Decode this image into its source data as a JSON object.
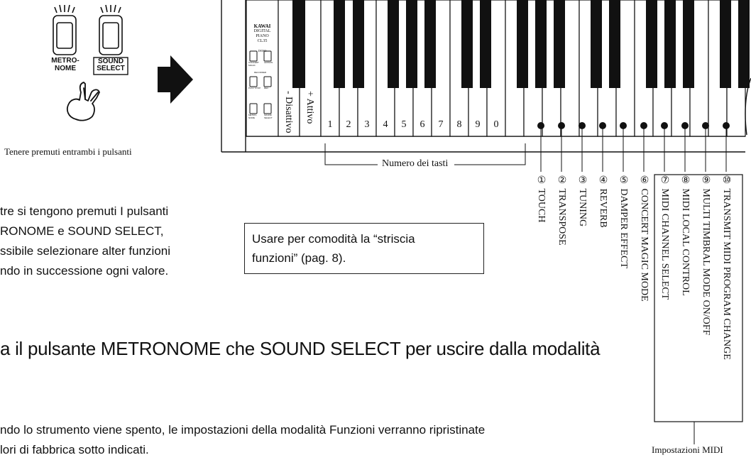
{
  "illustration": {
    "button_left_label_line1": "METRO-",
    "button_left_label_line2": "NOME",
    "button_right_label_line1": "SOUND",
    "button_right_label_line2": "SELECT",
    "hold_caption": "Tenere premuti entrambi i pulsanti"
  },
  "panel": {
    "brand": "KAWAI",
    "model_line1": "DIGITAL PIANO",
    "model_line2": "CL35",
    "demo": "DEMO",
    "recorder": "RECORDER",
    "btn_concert": "CONCERT MAGIC",
    "btn_lesson": "LESSON",
    "btn_play": "PLAY/ STOP",
    "btn_rec": "REC",
    "btn_metronome": "METRO- NOME",
    "btn_sound": "SOUND SELECT"
  },
  "keyboard": {
    "off_label": "- Disattivo",
    "on_label": "+ Attivo",
    "digits": [
      "1",
      "2",
      "3",
      "4",
      "5",
      "6",
      "7",
      "8",
      "9",
      "0"
    ],
    "range_label": "Numero dei tasti",
    "functions": [
      {
        "num": "①",
        "label": "TOUCH"
      },
      {
        "num": "②",
        "label": "TRANSPOSE"
      },
      {
        "num": "③",
        "label": "TUNING"
      },
      {
        "num": "④",
        "label": "REVERB"
      },
      {
        "num": "⑤",
        "label": "DAMPER EFFECT"
      },
      {
        "num": "⑥",
        "label": "CONCERT MAGIC MODE"
      },
      {
        "num": "⑦",
        "label": "MIDI CHANNEL SELECT"
      },
      {
        "num": "⑧",
        "label": "MIDI LOCAL CONTROL"
      },
      {
        "num": "⑨",
        "label": "MULTI TIMBRAL MODE ON/OFF"
      },
      {
        "num": "⑩",
        "label": "TRANSMIT MIDI PROGRAM CHANGE"
      }
    ],
    "midi_group_label": "Impostazioni MIDI"
  },
  "text": {
    "para_line1": "tre si tengono premuti I pulsanti",
    "para_line2": "RONOME e SOUND SELECT,",
    "para_line3": "ssibile selezionare alter funzioni",
    "para_line4": "ndo in successione ogni valore.",
    "callout_line1": "Usare per comodità la “striscia",
    "callout_line2": "funzioni” (pag. 8).",
    "heading": "a il pulsante METRONOME che SOUND SELECT per uscire dalla modalità",
    "note_line1": "ndo lo strumento viene spento, le impostazioni della modalità Funzioni verranno ripristinate",
    "note_line2": "lori di fabbrica sotto indicati."
  }
}
